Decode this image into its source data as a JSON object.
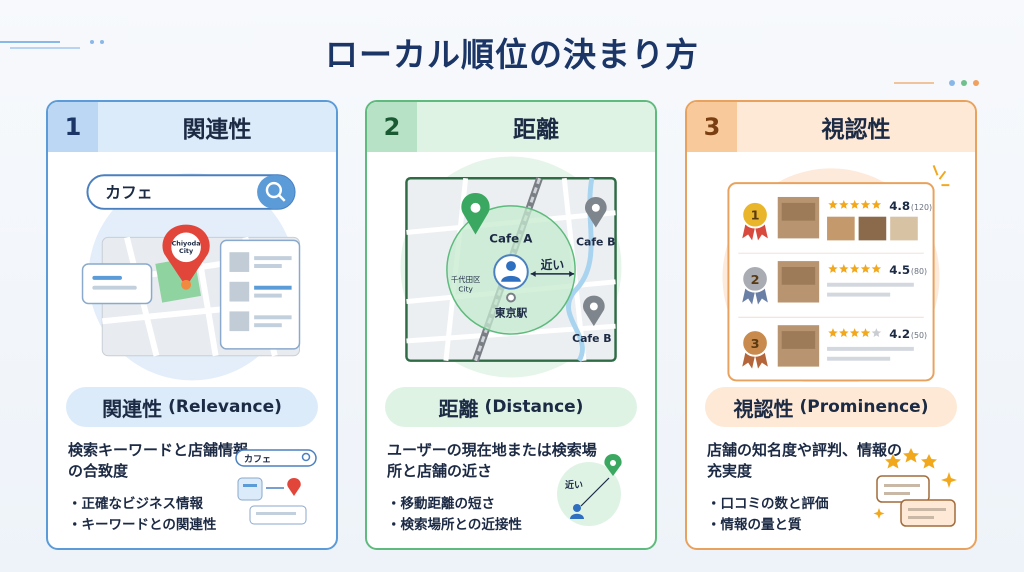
{
  "title": "ローカル順位の決まり方",
  "cards": [
    {
      "num": "1",
      "label": "関連性",
      "pill_ja": "関連性",
      "pill_en": "(Relevance)",
      "desc": "検索キーワードと店舗情報の合致度",
      "bullets": [
        "正確なビジネス情報",
        "キーワードとの関連性"
      ],
      "search_text": "カフェ",
      "pin_label_1": "Chiyoda",
      "pin_label_2": "City",
      "mini_search": "カフェ"
    },
    {
      "num": "2",
      "label": "距離",
      "pill_ja": "距離",
      "pill_en": "(Distance)",
      "desc": "ユーザーの現在地または検索場所と店舗の近さ",
      "bullets": [
        "移動距離の短さ",
        "検索場所との近接性"
      ],
      "cafe_a": "Cafe A",
      "cafe_b1": "Cafe B",
      "cafe_b2": "Cafe B",
      "near": "近い",
      "area_1": "千代田区",
      "area_2": "City",
      "station": "東京駅",
      "mini_near": "近い"
    },
    {
      "num": "3",
      "label": "視認性",
      "pill_ja": "視認性",
      "pill_en": "(Prominence)",
      "desc": "店舗の知名度や評判、情報の充実度",
      "bullets": [
        "口コミの数と評価",
        "情報の量と質"
      ],
      "ranks": [
        {
          "medal": "1",
          "rating": "4.8",
          "count": "(120)",
          "stars": 5
        },
        {
          "medal": "2",
          "rating": "4.5",
          "count": "(80)",
          "stars": 4.5
        },
        {
          "medal": "3",
          "rating": "4.2",
          "count": "(50)",
          "stars": 4
        }
      ]
    }
  ],
  "colors": {
    "blue": "#5b9bd8",
    "green": "#5fba7d",
    "orange": "#e9a25d",
    "navy": "#1a3566",
    "pin_red": "#e2453a",
    "pin_green": "#3aa860",
    "star": "#f2a81d"
  },
  "icons": [
    "search-icon",
    "map-pin-icon",
    "user-icon",
    "medal-icon",
    "star-icon",
    "chat-bubble-icon",
    "sparkle-icon"
  ]
}
